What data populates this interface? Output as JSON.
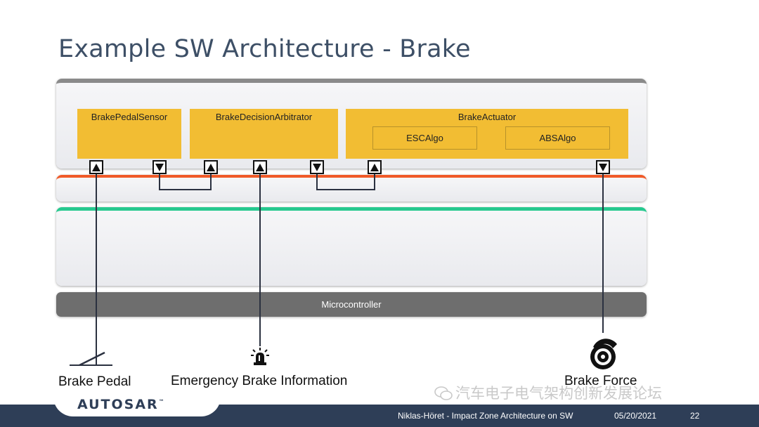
{
  "title": "Example SW Architecture - Brake",
  "components": {
    "pedal_sensor": "BrakePedalSensor",
    "decision_arbitrator": "BrakeDecisionArbitrator",
    "actuator": "BrakeActuator",
    "esc_algo": "ESCAlgo",
    "abs_algo": "ABSAlgo"
  },
  "microcontroller": "Microcontroller",
  "io": {
    "brake_pedal": "Brake Pedal",
    "emergency": "Emergency Brake Information",
    "brake_force": "Brake Force"
  },
  "icons": {
    "brake_pedal": "pedal-icon",
    "emergency": "warning-beacon-icon",
    "brake_force": "brake-disc-icon"
  },
  "colors": {
    "swc": "#f2bd33",
    "rte_line": "#f05a28",
    "bsw_line": "#27c98f",
    "footer": "#2e3e57",
    "microcontroller": "#6e6e6e"
  },
  "footer": {
    "logo": "AUTOSAR",
    "presenter": "Niklas-Höret - Impact Zone Architecture on SW",
    "date": "05/20/2021",
    "page": "22"
  },
  "watermark": "汽车电子电气架构创新发展论坛"
}
